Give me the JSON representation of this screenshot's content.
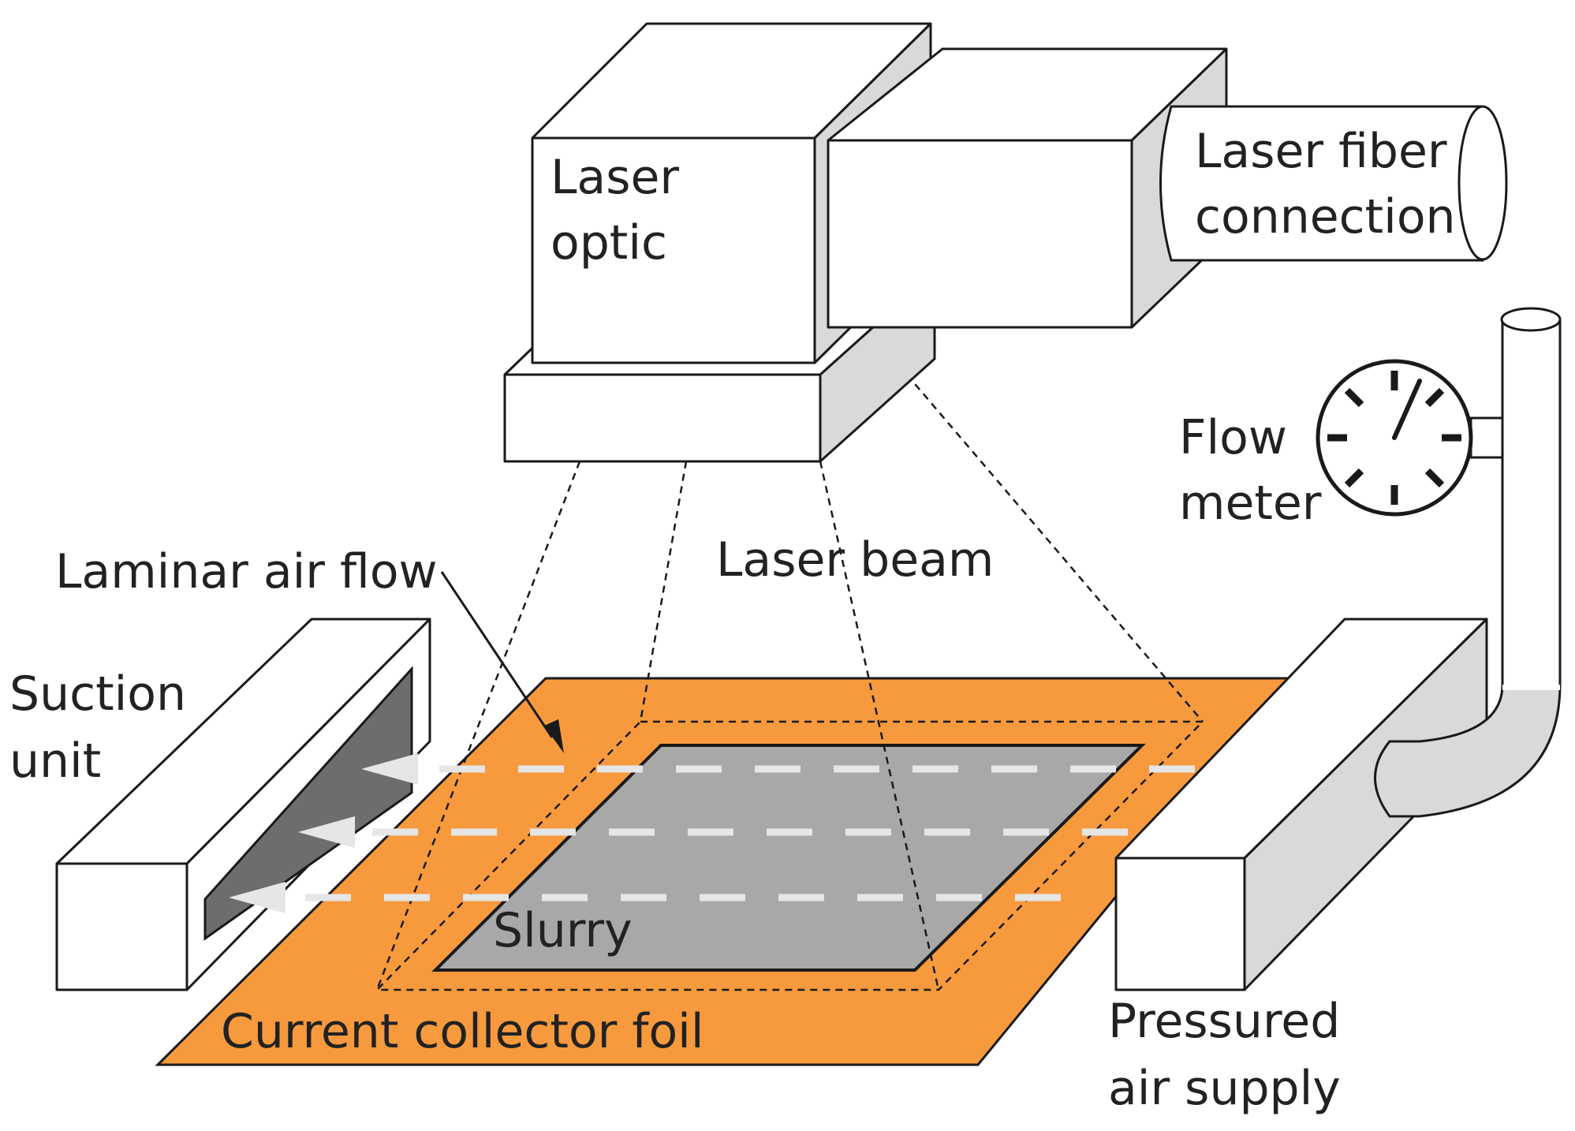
{
  "labels": {
    "laser_optic": [
      "Laser",
      "optic"
    ],
    "laser_fiber": [
      "Laser fiber",
      "connection"
    ],
    "flow_meter": [
      "Flow",
      "meter"
    ],
    "laser_beam": "Laser beam",
    "laminar_air_flow": "Laminar air flow",
    "suction_unit": [
      "Suction",
      "unit"
    ],
    "slurry": "Slurry",
    "current_collector_foil": "Current collector foil",
    "pressured_air_supply": [
      "Pressured",
      "air supply"
    ]
  },
  "colors": {
    "foil": "#f79a3e",
    "slurry": "#a8a8a8",
    "suction_window": "#6d6d6d",
    "gray_side": "#d9d9d9",
    "flow_lines": "#e6e6e6"
  }
}
